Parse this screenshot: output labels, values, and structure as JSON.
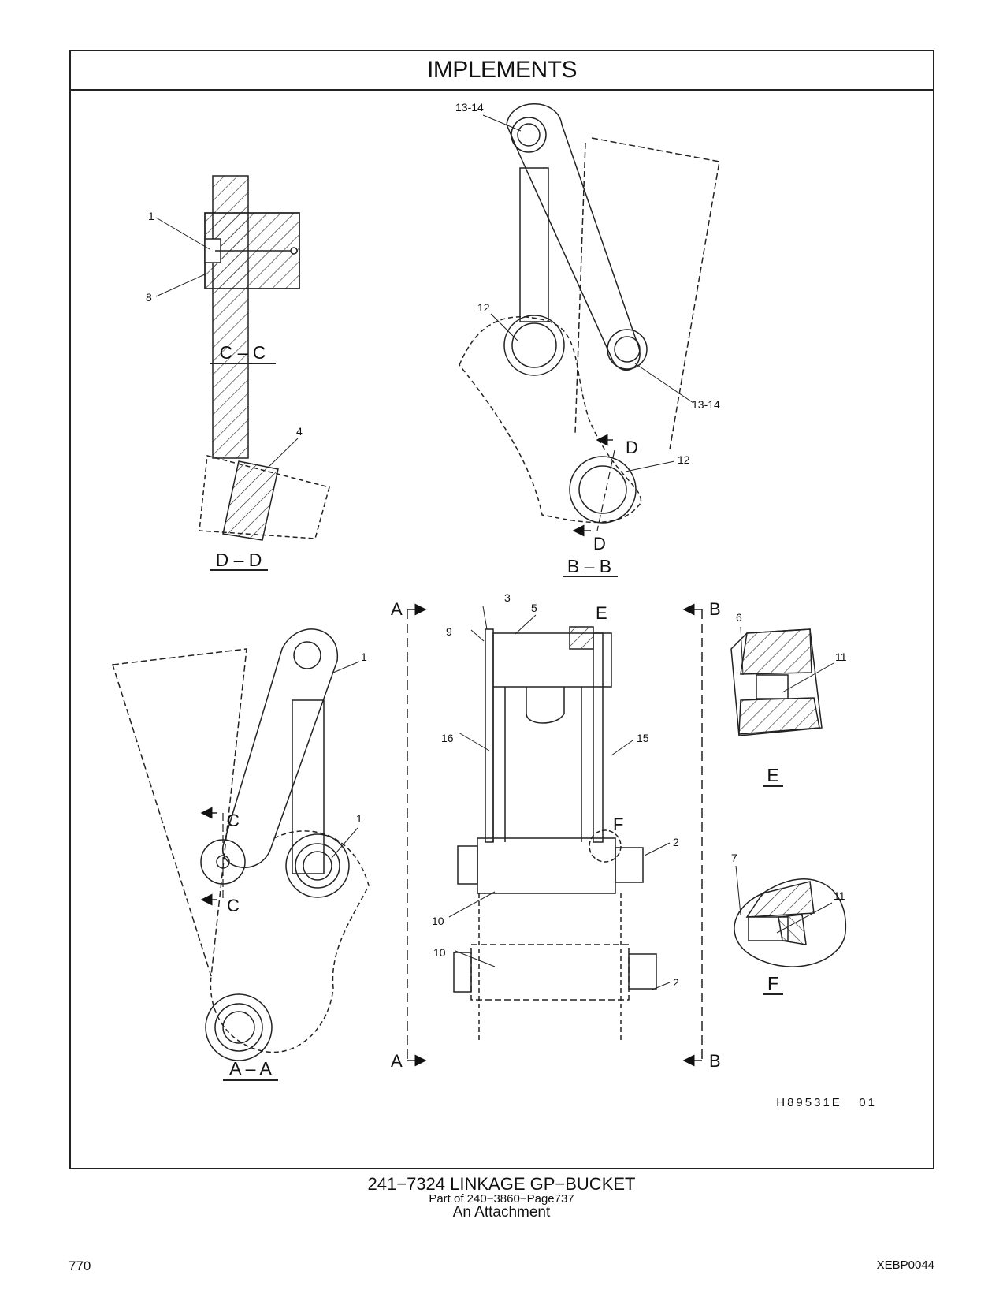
{
  "header": {
    "title": "IMPLEMENTS"
  },
  "drawing_id": "H89531E   01",
  "views": {
    "cc": {
      "title": "C – C",
      "callouts": [
        "1",
        "8"
      ]
    },
    "dd": {
      "title": "D – D",
      "callouts": [
        "4"
      ]
    },
    "bb": {
      "title": "B – B",
      "callouts": [
        "13-14",
        "12",
        "13-14",
        "12"
      ],
      "marks": [
        "D",
        "D"
      ]
    },
    "aa": {
      "title": "A – A",
      "callouts": [
        "1",
        "1"
      ],
      "marks": [
        "C",
        "C"
      ]
    },
    "front": {
      "callouts": [
        "3",
        "5",
        "9",
        "16",
        "15",
        "2",
        "10",
        "10",
        "2"
      ],
      "marks": [
        "A",
        "A",
        "B",
        "B",
        "E",
        "F"
      ]
    },
    "e": {
      "title": "E",
      "callouts": [
        "6",
        "11"
      ]
    },
    "f": {
      "title": "F",
      "callouts": [
        "7",
        "11"
      ]
    }
  },
  "caption": {
    "main": "241−7324   LINKAGE  GP−BUCKET",
    "sub": "Part of 240−3860−Page737",
    "sub2": "An Attachment"
  },
  "footer": {
    "page_number": "770",
    "doc_code": "XEBP0044"
  }
}
